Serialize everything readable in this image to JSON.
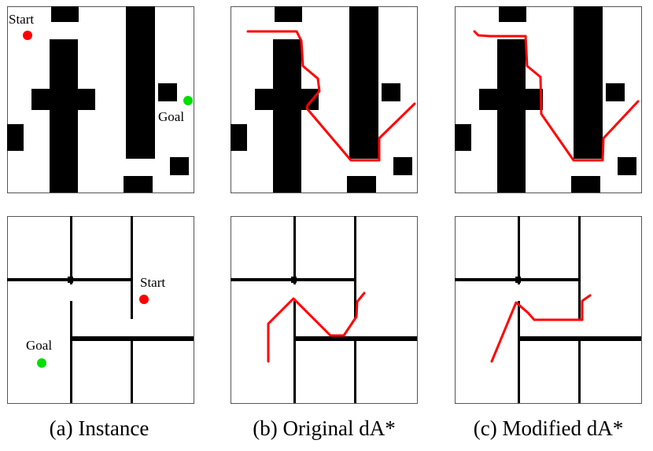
{
  "captions": [
    "(a) Instance",
    "(b) Original dA*",
    "(c) Modified dA*"
  ],
  "labels": {
    "start": "Start",
    "goal": "Goal"
  },
  "colors": {
    "obstacle": "#000000",
    "path": "#ff0000",
    "start": "#ff0000",
    "goal": "#00e000",
    "border": "#000000"
  }
}
